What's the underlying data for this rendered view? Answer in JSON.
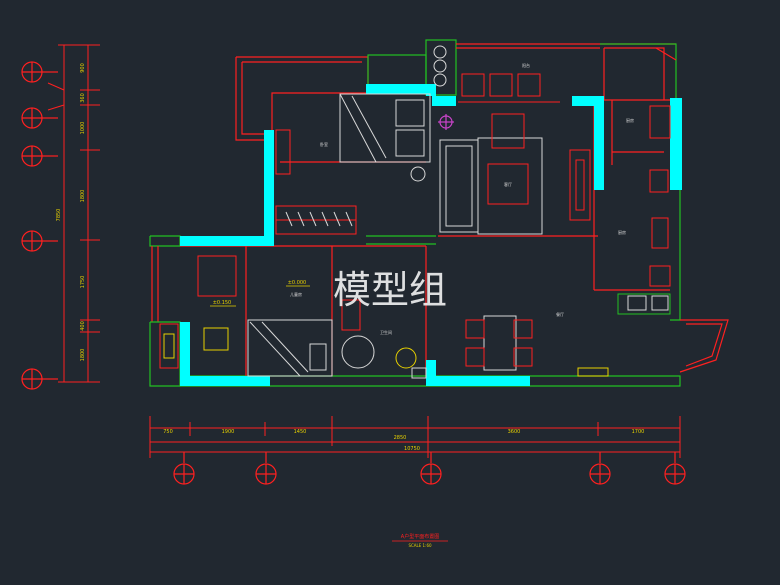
{
  "colors": {
    "background": "#212830",
    "wall_fill": "#00ffff",
    "outline_red": "#ff2020",
    "outline_green": "#22c022",
    "dimension_yellow": "#e6d000",
    "furniture_white": "#d8d8d8",
    "watermark": "#ffffff"
  },
  "left_dimensions": {
    "total": "7850",
    "segments": [
      "900",
      "360",
      "1000",
      "1800",
      "1750",
      "400",
      "1800"
    ]
  },
  "bottom_dimensions": {
    "row1": [
      "750",
      "1900",
      "1450",
      "3600",
      "1700"
    ],
    "row2": [
      "2850"
    ],
    "row3": [
      "10750"
    ]
  },
  "room_labels": {
    "bedroom_main": "卧室",
    "balcony": "阳台",
    "living": "客厅",
    "kitchen_top": "厨房",
    "kitchen": "厨房",
    "child_room": "儿童房",
    "bath": "卫生间",
    "dining": "餐厅",
    "level_1": "±0.000",
    "level_2": "±0.150"
  },
  "title": {
    "line1": "A户型平面布置图",
    "line2": "SCALE 1:60"
  },
  "watermark": "模型组",
  "icons": {
    "axis_bubble": "axis-bubble-icon",
    "lamp": "lamp-icon"
  }
}
